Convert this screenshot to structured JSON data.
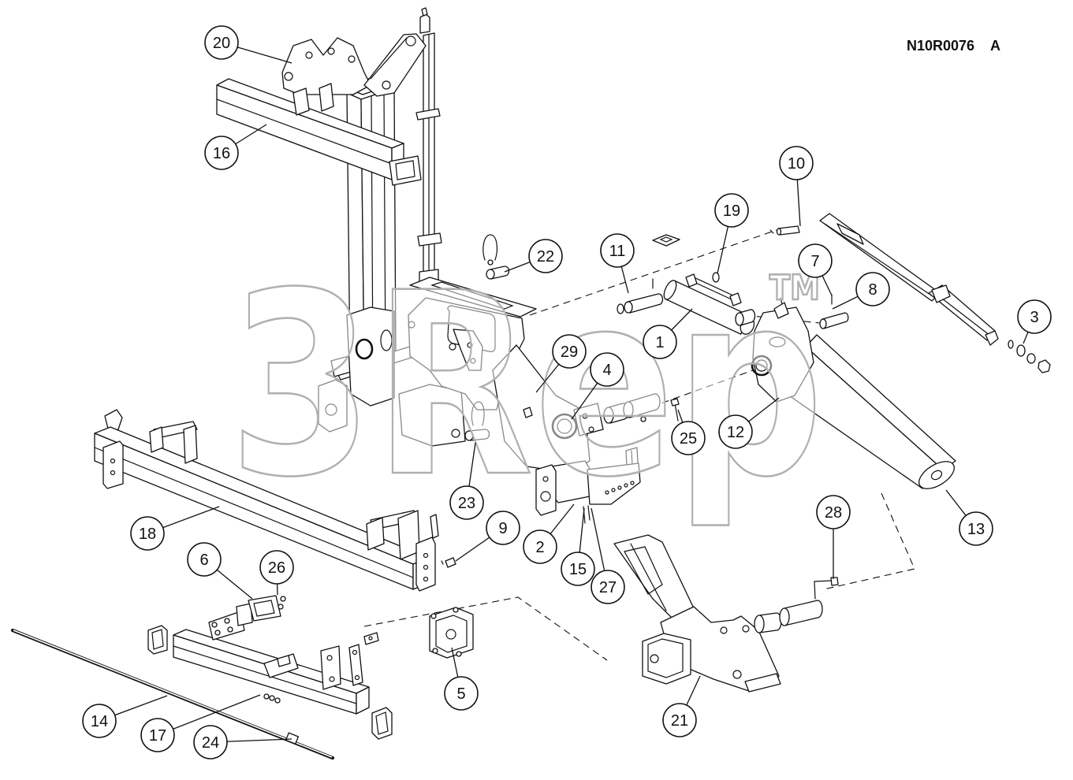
{
  "drawing": {
    "code": "N10R0076",
    "revision": "A"
  },
  "watermark": {
    "text": "3Rep",
    "trademark": "TM"
  },
  "callouts": [
    "1",
    "2",
    "3",
    "4",
    "5",
    "6",
    "7",
    "8",
    "9",
    "10",
    "11",
    "12",
    "13",
    "14",
    "15",
    "16",
    "17",
    "18",
    "19",
    "20",
    "21",
    "22",
    "23",
    "24",
    "25",
    "26",
    "27",
    "28",
    "29"
  ],
  "colors": {
    "line": "#111111",
    "watermark": "#b0b0b0",
    "background": "#ffffff"
  }
}
